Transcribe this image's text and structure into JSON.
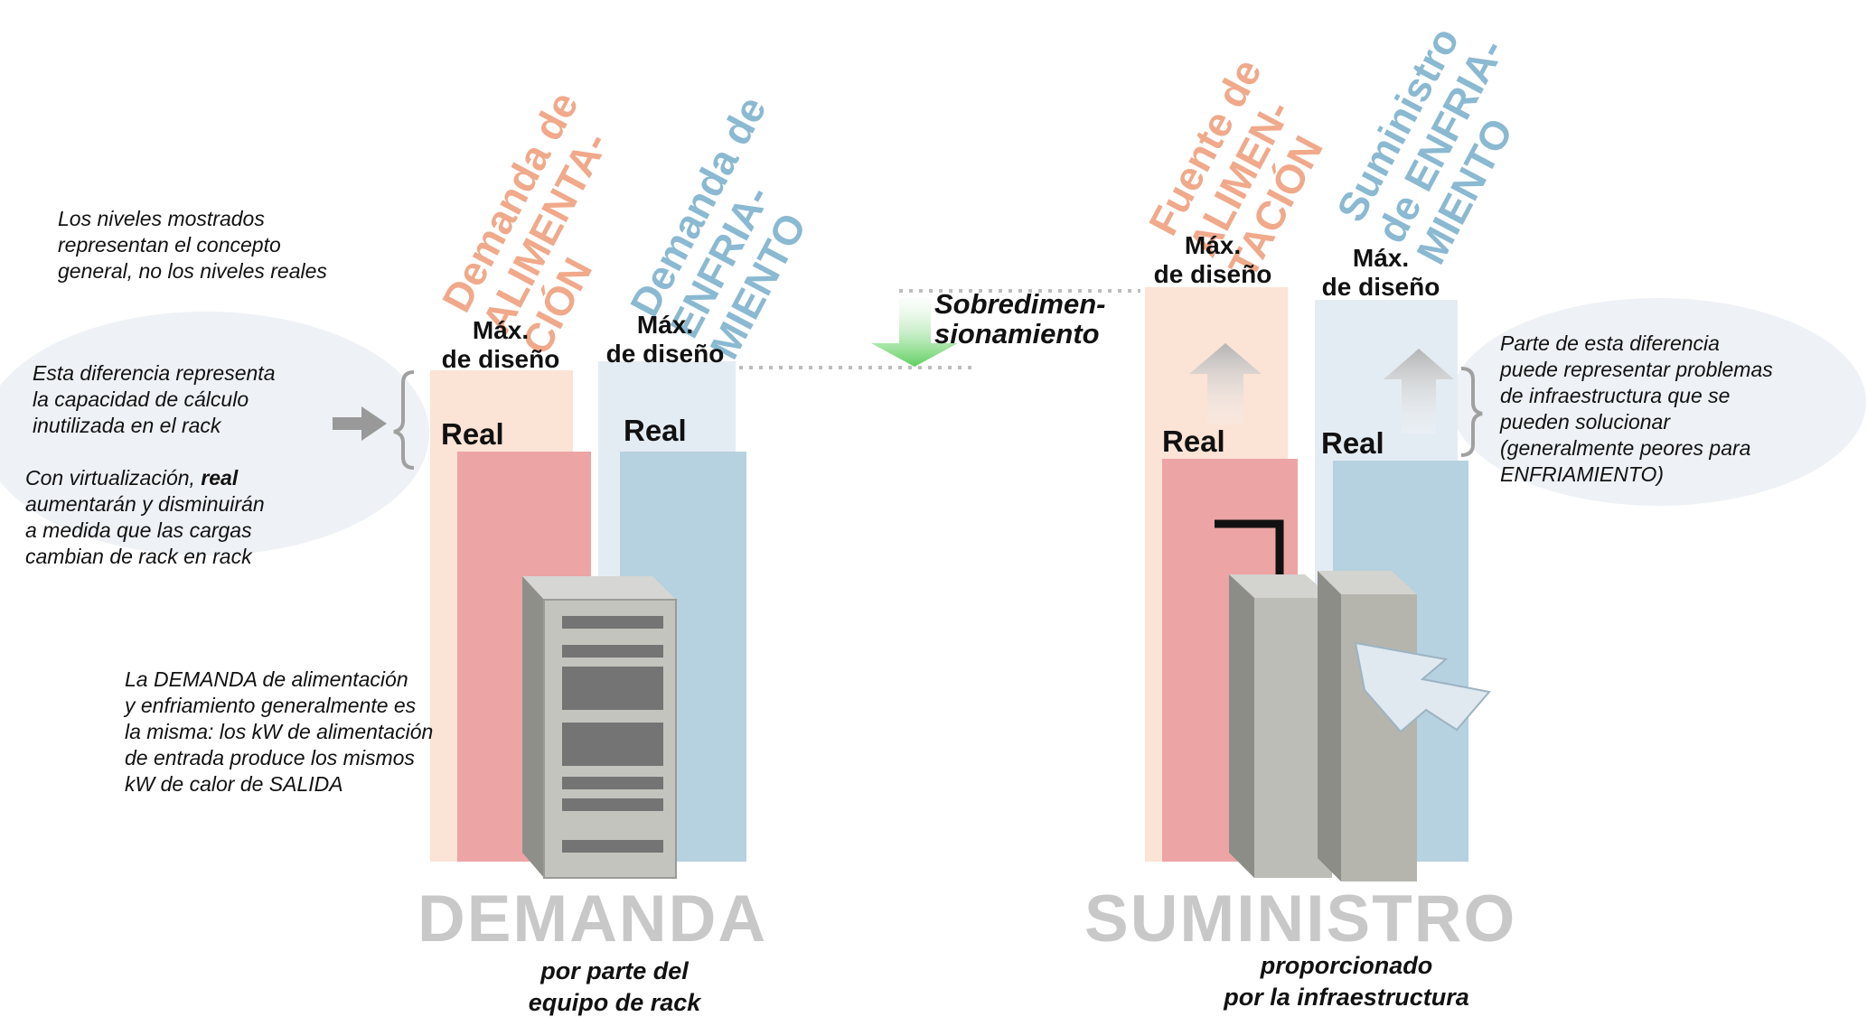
{
  "note_levels": "Los niveles mostrados\nrepresentan el concepto\ngeneral, no los niveles reales",
  "left_callout": {
    "line1": "Esta diferencia representa\nla capacidad de cálculo\ninutilizada en el rack",
    "line2_prefix": "Con virtualización, ",
    "line2_bold": "real",
    "line2_suffix": "\naumentarán y disminuirán\na medida que las cargas\ncambian de rack en rack"
  },
  "demand_note": "La DEMANDA de alimentación\ny enfriamiento generalmente es\nla misma: los kW de alimentación\nde entrada produce los mismos\nkW de calor de SALIDA",
  "right_callout": "Parte de esta diferencia\npuede representar problemas\nde infraestructura que se\npueden solucionar\n(generalmente peores para\nENFRIAMIENTO)",
  "headers": {
    "demanda_alimentacion": "Demanda de\nALIMENTA-\nCIÓN",
    "demanda_enfriamiento": "Demanda de\nENFRIA-\nMIENTO",
    "fuente_alimentacion": "Fuente de\nALIMEN-\nTACIÓN",
    "suministro_enfriamiento": "Suministro\nde ENFRIA-\nMIENTO"
  },
  "labels": {
    "max_diseno": "Máx.\nde diseño",
    "real": "Real",
    "sobredimensionamiento": "Sobredimen-\nsionamiento"
  },
  "titles": {
    "demanda": "DEMANDA",
    "demanda_sub": "por parte del\nequipo de rack",
    "suministro": "SUMINISTRO",
    "suministro_sub": "proporcionado\npor la infraestructura"
  },
  "colors": {
    "power_light": "#fbe3d6",
    "power_dark": "#eda4a5",
    "cool_light": "#e4ecf3",
    "cool_dark": "#b6d1df",
    "gray_text": "#c8c8c8",
    "green_arrow": "#5fcf5f"
  }
}
